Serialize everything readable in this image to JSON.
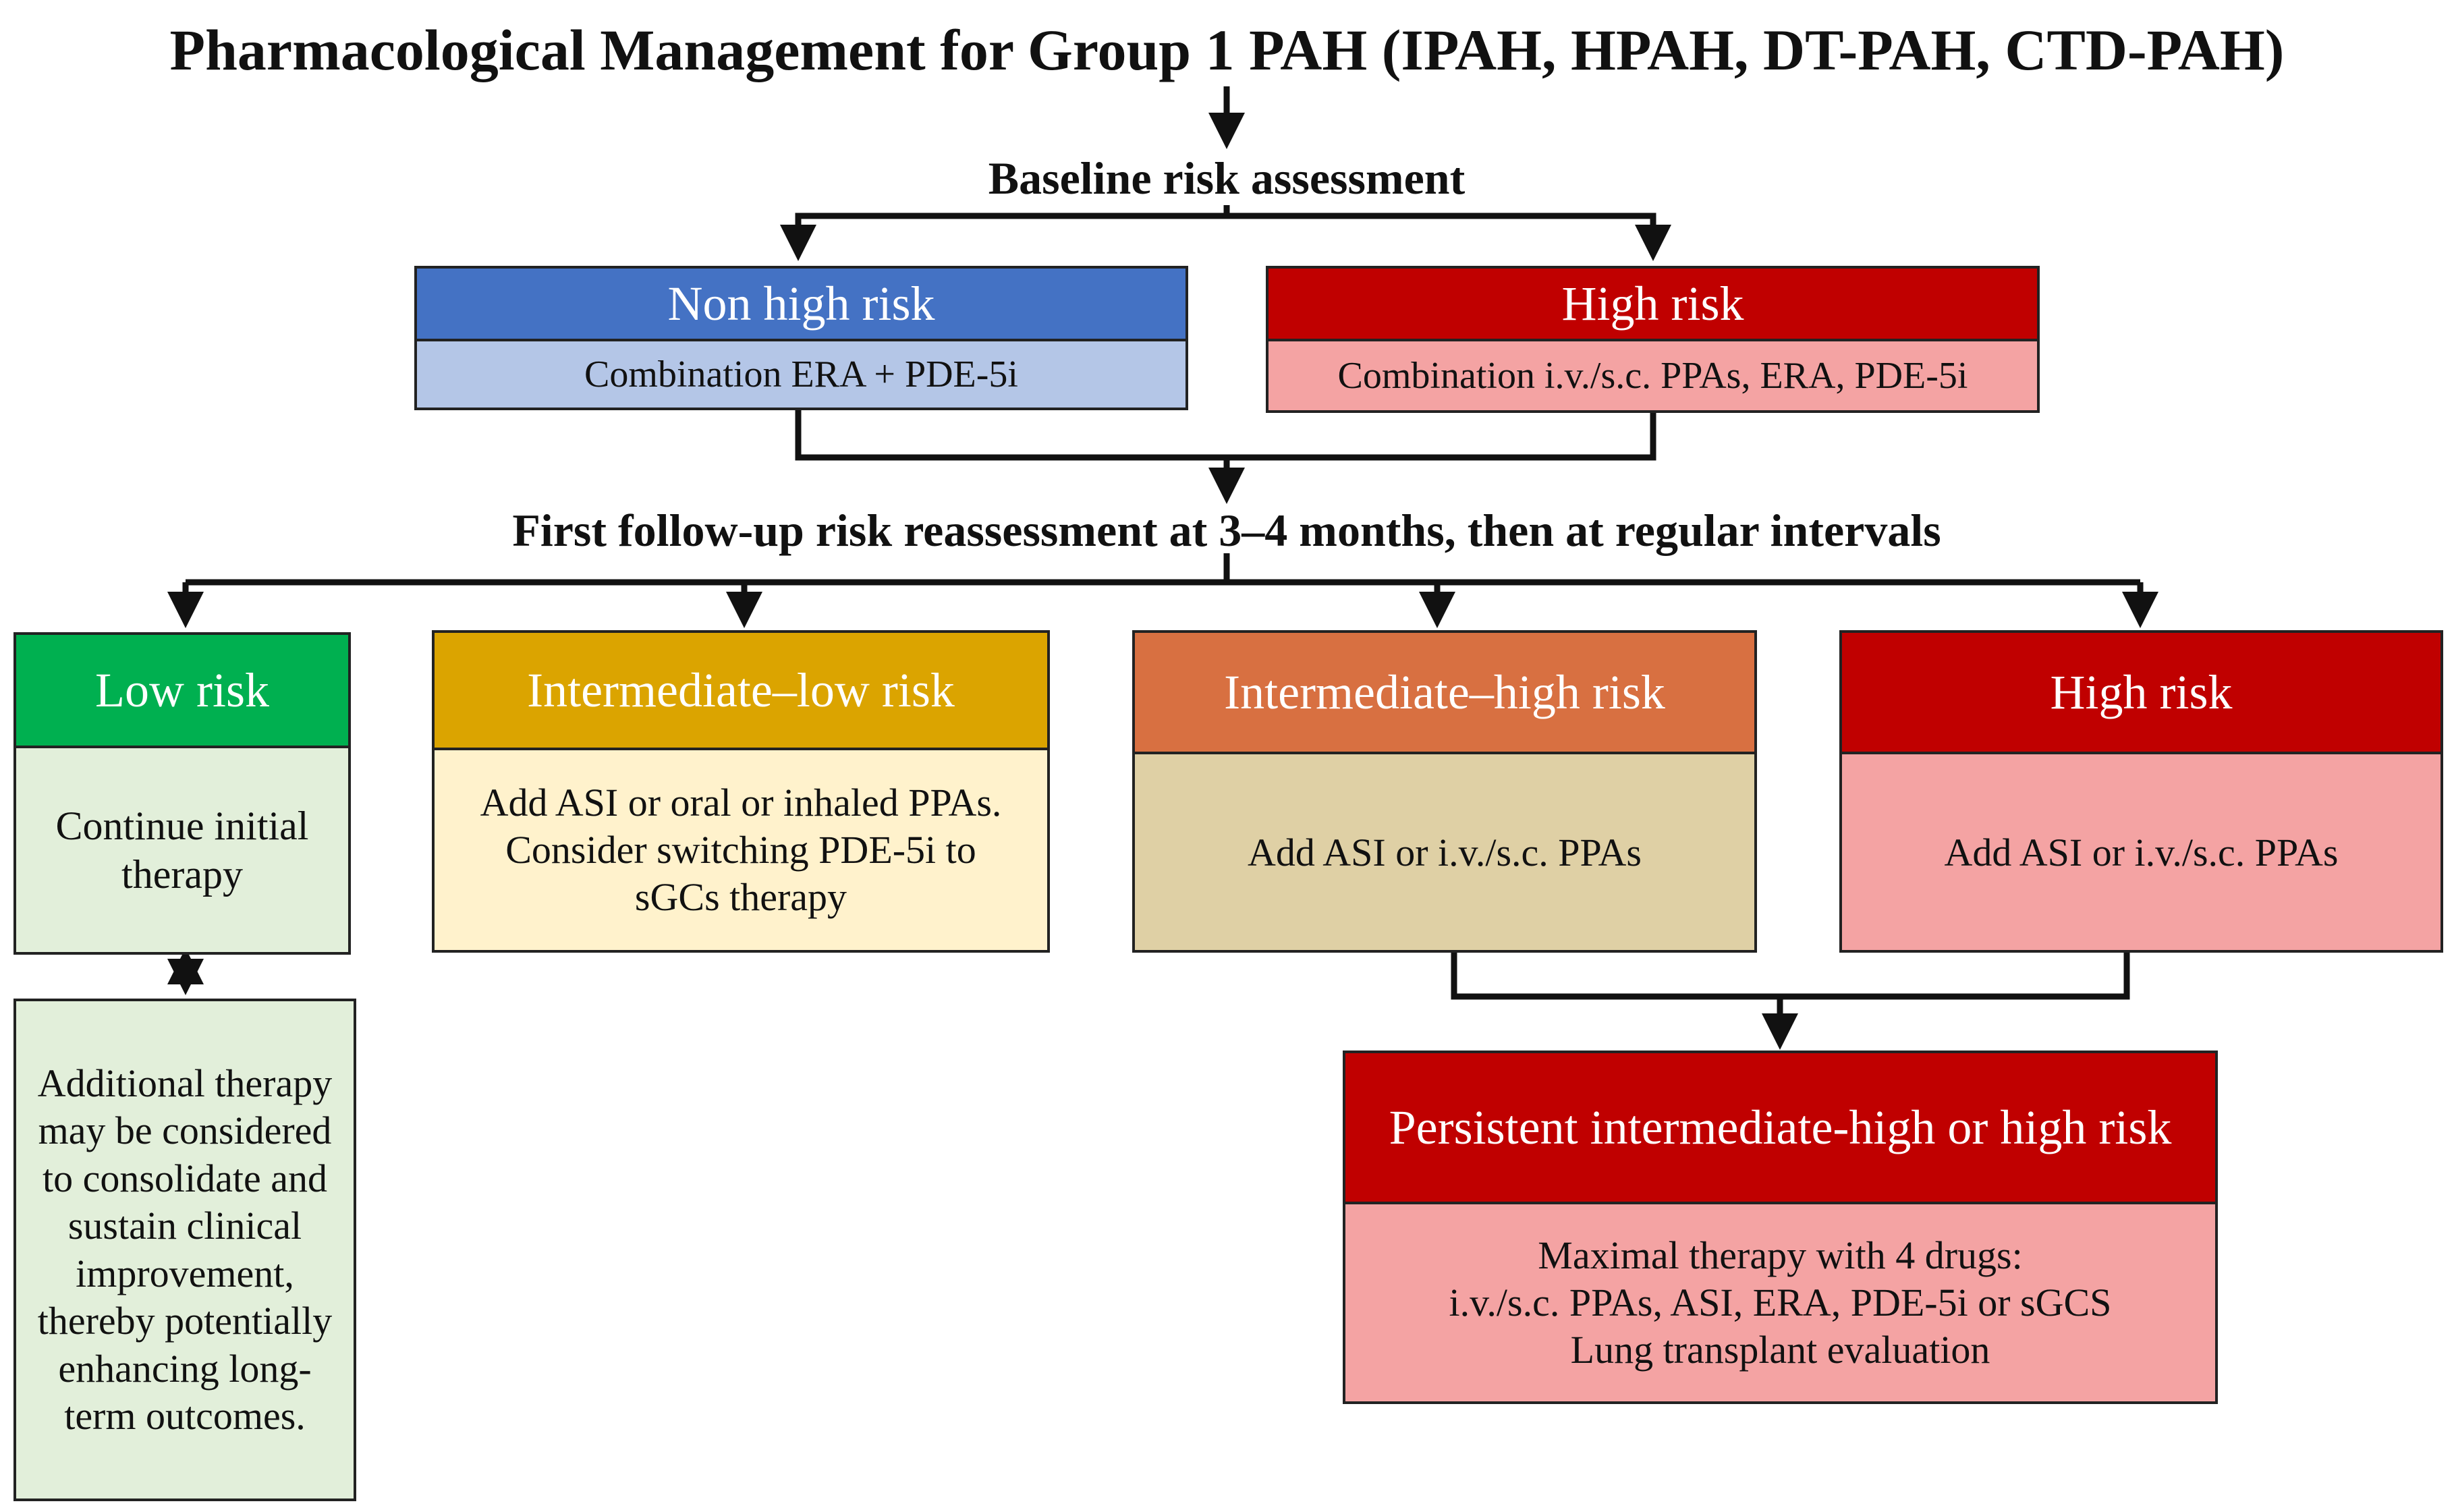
{
  "title": "Pharmacological Management for Group 1 PAH (IPAH, HPAH, DT-PAH, CTD-PAH)",
  "baseline": {
    "label": "Baseline risk assessment",
    "non_high": {
      "header": "Non high risk",
      "body": "Combination ERA + PDE-5i"
    },
    "high": {
      "header": "High risk",
      "body": "Combination i.v./s.c. PPAs, ERA, PDE-5i"
    }
  },
  "followup": {
    "label": "First follow-up risk reassessment at 3–4 months, then at regular intervals",
    "low": {
      "header": "Low risk",
      "body": "Continue initial therapy"
    },
    "intermediate_low": {
      "header": "Intermediate–low risk",
      "body": "Add ASI or oral or inhaled PPAs. Consider switching PDE-5i to sGCs therapy"
    },
    "intermediate_high": {
      "header": "Intermediate–high risk",
      "body": "Add ASI or i.v./s.c. PPAs"
    },
    "high": {
      "header": "High risk",
      "body": "Add ASI or i.v./s.c. PPAs"
    }
  },
  "additional": {
    "body": "Additional therapy may be considered to consolidate and sustain clinical improvement, thereby potentially enhancing long-term outcomes."
  },
  "persistent": {
    "header": "Persistent intermediate-high or high risk",
    "body_lines": [
      "Maximal therapy with 4 drugs:",
      "i.v./s.c. PPAs, ASI, ERA, PDE-5i or sGCS",
      "Lung transplant evaluation"
    ]
  },
  "colors": {
    "non_high_header": "#4472c4",
    "non_high_body": "#b4c6e7",
    "red_header": "#c00000",
    "red_body": "#f4a3a3",
    "low_header": "#00b050",
    "low_body": "#e2efda",
    "intlow_header": "#dba400",
    "intlow_body": "#fff2cc",
    "inthigh_header": "#d87041",
    "inthigh_body": "#dfd0a5"
  }
}
